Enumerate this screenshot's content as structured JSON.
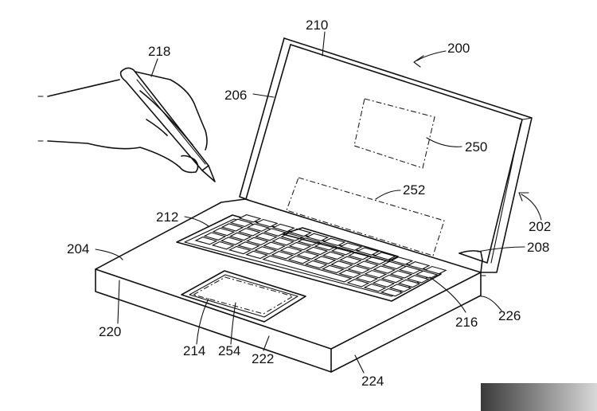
{
  "figure": {
    "labels": {
      "device": "200",
      "display_housing": "202",
      "base_housing": "204",
      "display_edge": "206",
      "hinge": "208",
      "display": "210",
      "keyboard": "212",
      "trackpad": "214",
      "hinge_region": "216",
      "stylus": "218",
      "front_left": "220",
      "front_face": "222",
      "side_face": "224",
      "rear_corner": "226",
      "display_region": "250",
      "display_band": "252",
      "trackpad_region": "254"
    },
    "colors": {
      "ink": "#111111",
      "paper": "#ffffff",
      "corner_bar_start": "#3a3a3a",
      "corner_bar_end": "#d8d8d8"
    }
  }
}
